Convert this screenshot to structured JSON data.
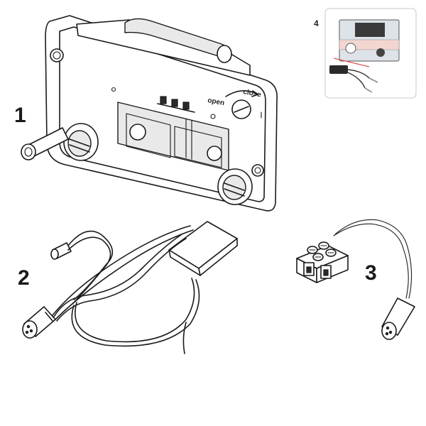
{
  "figure": {
    "part_labels": [
      "1",
      "2",
      "3",
      "4"
    ],
    "valve_text": {
      "open": "open",
      "close": "close"
    }
  },
  "colors": {
    "line": "#1a1a1a",
    "background": "#ffffff",
    "inset_border": "#c8c8c8",
    "inset_accent": "#d9534f"
  },
  "icons": [
    "mounting-plate",
    "cable-harness",
    "terminal-block-with-sensor",
    "assembled-unit-photo"
  ]
}
